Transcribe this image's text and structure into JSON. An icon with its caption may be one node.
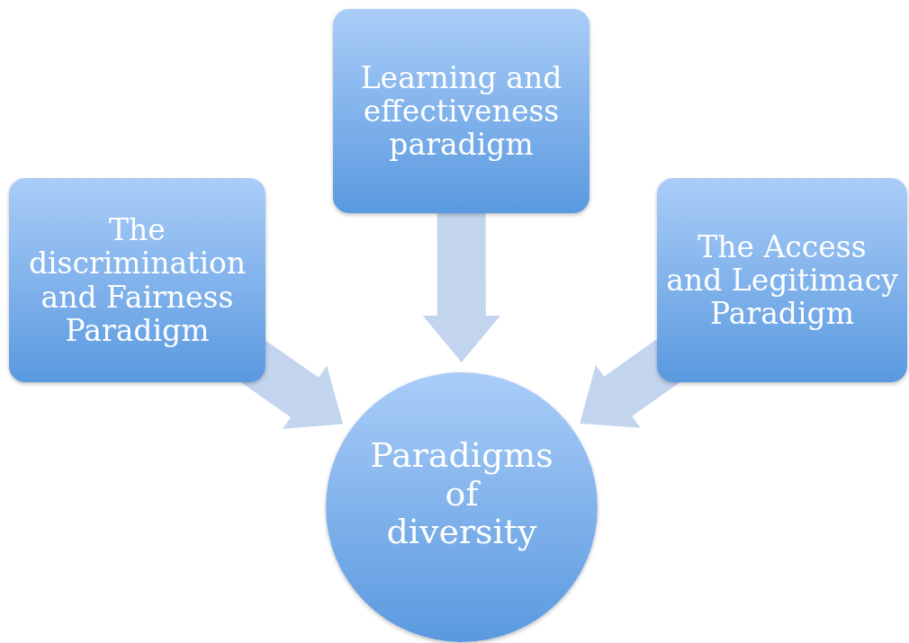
{
  "diagram": {
    "nodes": [
      {
        "text": [
          "The discrimination and Fairness Paradigm"
        ]
      },
      {
        "text": [
          "Learning and effectiveness paradigm"
        ]
      },
      {
        "text": [
          "The Access and Legitimacy Paradigm"
        ]
      },
      {
        "text": [
          "Paradigms of diversity"
        ]
      }
    ],
    "edges": [
      {
        "from": 0,
        "to": 3,
        "arrow": "to"
      },
      {
        "from": 1,
        "to": 3,
        "arrow": "to"
      },
      {
        "from": 2,
        "to": 3,
        "arrow": "to"
      }
    ]
  }
}
